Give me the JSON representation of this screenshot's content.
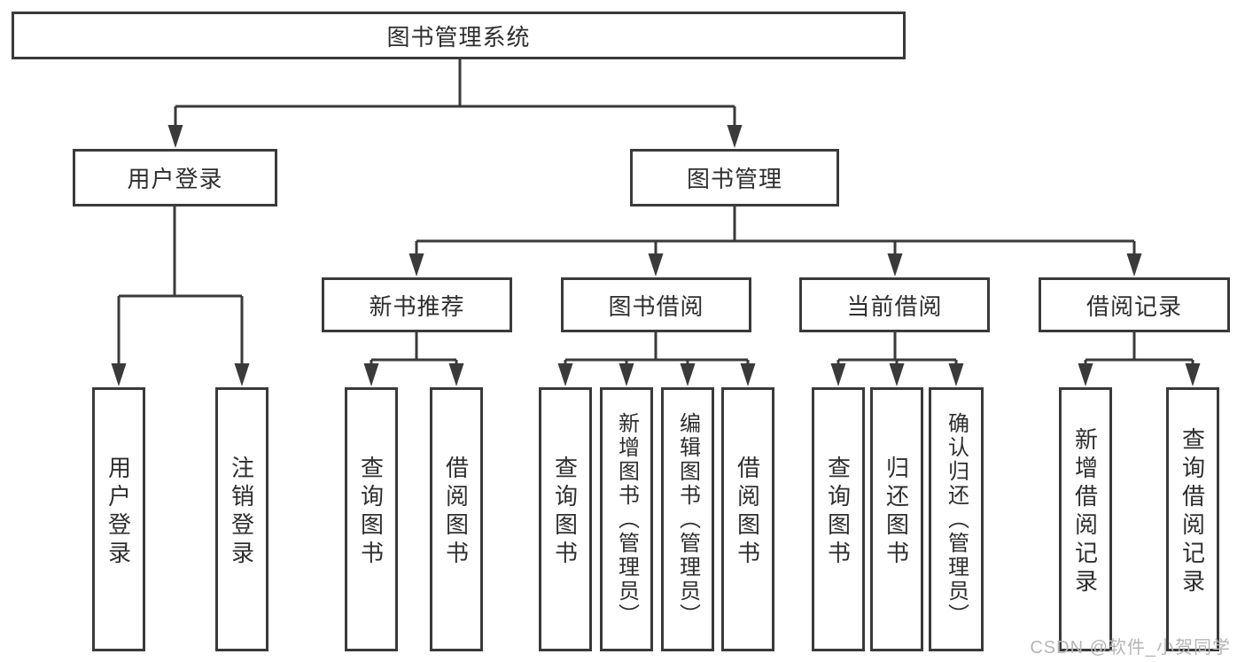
{
  "diagram": {
    "root": {
      "label": "图书管理系统"
    },
    "level2": [
      {
        "label": "用户登录"
      },
      {
        "label": "图书管理"
      }
    ],
    "level3": [
      {
        "label": "新书推荐"
      },
      {
        "label": "图书借阅"
      },
      {
        "label": "当前借阅"
      },
      {
        "label": "借阅记录"
      }
    ],
    "leaves": {
      "user_login": [
        {
          "label": "用户登录"
        },
        {
          "label": "注销登录"
        }
      ],
      "new_books": [
        {
          "label": "查询图书"
        },
        {
          "label": "借阅图书"
        }
      ],
      "book_borrow": [
        {
          "label": "查询图书"
        },
        {
          "label": "新增图书（管理员）"
        },
        {
          "label": "编辑图书（管理员）"
        },
        {
          "label": "借阅图书"
        }
      ],
      "current_borrow": [
        {
          "label": "查询图书"
        },
        {
          "label": "归还图书"
        },
        {
          "label": "确认归还（管理员）"
        }
      ],
      "borrow_records": [
        {
          "label": "新增借阅记录"
        },
        {
          "label": "查询借阅记录"
        }
      ]
    }
  },
  "watermark": {
    "text": "CSDN @软件_小贺同学"
  },
  "colors": {
    "line": "#3a3a3a",
    "text": "#2e2e2e",
    "background": "#ffffff",
    "watermark": "#b5b5b5"
  }
}
